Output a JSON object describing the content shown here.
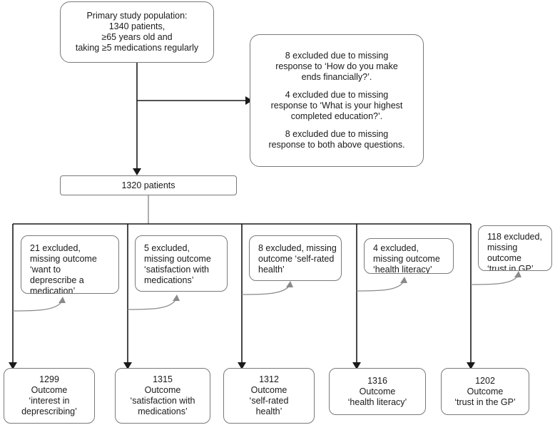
{
  "colors": {
    "line": "#1a1a1a",
    "box_border": "#7a7a7a",
    "gray_line": "#9a9a9a"
  },
  "primary": {
    "lines": [
      "Primary study population:",
      "1340 patients,",
      "≥65 years old and",
      "taking ≥5 medications regularly"
    ]
  },
  "excluded_main": {
    "paragraphs": [
      [
        "8 excluded due to missing",
        "response to ‘How do you make",
        "ends financially?’."
      ],
      [
        "4 excluded due to missing",
        "response to ‘What is your highest",
        "completed education?’."
      ],
      [
        "8 excluded due to missing",
        "response to both above questions."
      ]
    ]
  },
  "cohort": {
    "label": "1320 patients"
  },
  "exclusions": [
    {
      "lines": [
        "21 excluded,",
        "missing outcome",
        "‘want to",
        "deprescribe a",
        "medication’"
      ]
    },
    {
      "lines": [
        "5 excluded,",
        "missing outcome",
        "‘satisfaction with",
        "medications’"
      ]
    },
    {
      "lines": [
        "8 excluded, missing",
        "outcome ‘self-rated",
        "health’"
      ]
    },
    {
      "lines": [
        "4 excluded,",
        "missing outcome",
        "‘health literacy’"
      ]
    },
    {
      "lines": [
        "118 excluded,",
        "missing",
        "outcome",
        "‘trust in GP’"
      ]
    }
  ],
  "outcomes": [
    {
      "lines": [
        "1299",
        "Outcome",
        "‘interest in",
        "deprescribing’"
      ]
    },
    {
      "lines": [
        "1315",
        "Outcome",
        "‘satisfaction with",
        "medications’"
      ]
    },
    {
      "lines": [
        "1312",
        "Outcome",
        "‘self-rated",
        "health’"
      ]
    },
    {
      "lines": [
        "1316",
        "Outcome",
        "‘health literacy’"
      ]
    },
    {
      "lines": [
        "1202",
        "Outcome",
        "‘trust in the GP’"
      ]
    }
  ]
}
